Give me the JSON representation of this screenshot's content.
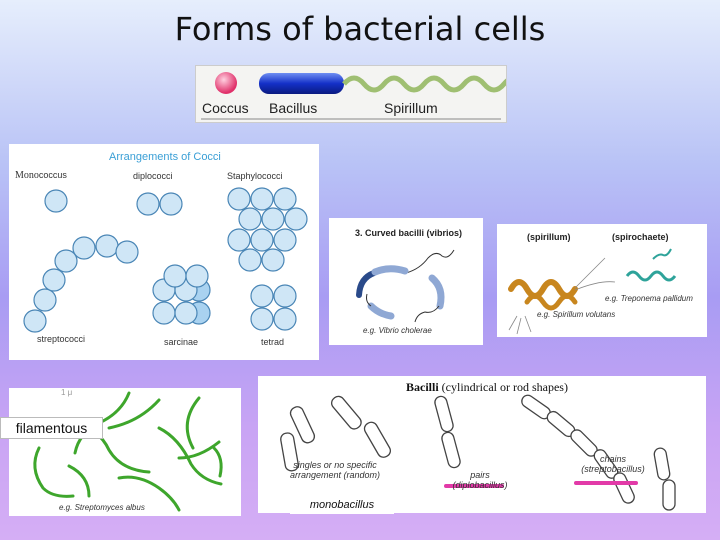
{
  "title": "Forms of bacterial cells",
  "shapes": {
    "coccus": "Coccus",
    "bacillus": "Bacillus",
    "spirillum": "Spirillum"
  },
  "cocci": {
    "heading": "Arrangements of Cocci",
    "mono": "Mono",
    "mono_rest": "coccus",
    "diplo": "diplococci",
    "staph": "Staphylococci",
    "strepto": "streptococci",
    "sarcina": "sarcinae",
    "tetrad": "tetrad"
  },
  "vibrio": {
    "heading": "3. Curved bacilli (vibrios)",
    "example": "e.g. Vibrio cholerae"
  },
  "spiro": {
    "spirillum": "(spirillum)",
    "spirochaete": "(spirochaete)",
    "example1": "e.g. Treponema pallidum",
    "example2": "e.g. Spirillum volutans"
  },
  "filament": {
    "tag": "filamentous",
    "example": "e.g. Streptomyces albus",
    "tick": "1 μ"
  },
  "bacilli": {
    "heading_bold": "Bacilli",
    "heading_rest": "(cylindrical or rod shapes)",
    "singles": "singles or no specific arrangement (random)",
    "pairs": "pairs (diplobacillus)",
    "chains": "chains (streptobacillus)",
    "mono_tag": "monobacillus"
  },
  "colors": {
    "cocci": "#cfe6f6",
    "coccus_outline": "#4a86b6",
    "spiral": "#c8a03a",
    "filament": "#3ea62c",
    "magenta": "#e23aa8"
  }
}
